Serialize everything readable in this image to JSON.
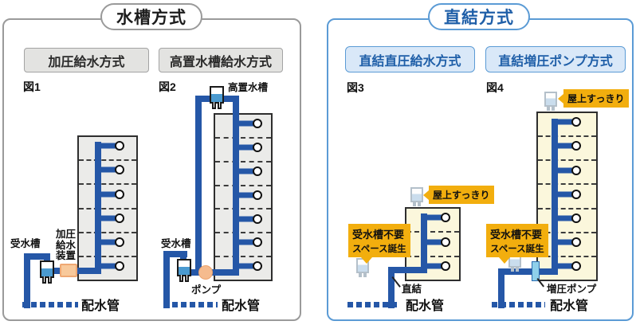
{
  "left_panel": {
    "title": "水槽方式",
    "method_1": "加圧給水方式",
    "method_2": "高置水槽給水方式",
    "fig1": {
      "caption": "図1",
      "floors": 6,
      "receiving_tank_label": "受水槽",
      "booster_device_label_lines": [
        "加圧",
        "給水",
        "装置"
      ],
      "main_pipe_label": "配水管"
    },
    "fig2": {
      "caption": "図2",
      "floors": 7,
      "elevated_tank_label": "高置水槽",
      "receiving_tank_label": "受水槽",
      "pump_label": "ポンプ",
      "main_pipe_label": "配水管"
    }
  },
  "right_panel": {
    "title": "直結方式",
    "method_1": "直結直圧給水方式",
    "method_2": "直結増圧ポンプ方式",
    "fig3": {
      "caption": "図3",
      "floors": 3,
      "rooftop_note": "屋上すっきり",
      "no_tank_note_line1": "受水槽不要",
      "no_tank_note_line2": "スペース誕生",
      "direct_label": "直結",
      "main_pipe_label": "配水管"
    },
    "fig4": {
      "caption": "図4",
      "floors": 7,
      "rooftop_note": "屋上すっきり",
      "no_tank_note_line1": "受水槽不要",
      "no_tank_note_line2": "スペース誕生",
      "booster_pump_label": "増圧ポンプ",
      "main_pipe_label": "配水管"
    }
  },
  "colors": {
    "pipe_blue": "#2557a7",
    "tank_water_blue": "#4a9ad0",
    "panel_accent_blue": "#5b9bd5",
    "method_text_blue": "#1f5fa8",
    "note_yellow": "#f2ae0e",
    "device_orange": "#f8c99b",
    "building_gray": "#ebebe9",
    "building_cream": "#fbf7dc"
  }
}
